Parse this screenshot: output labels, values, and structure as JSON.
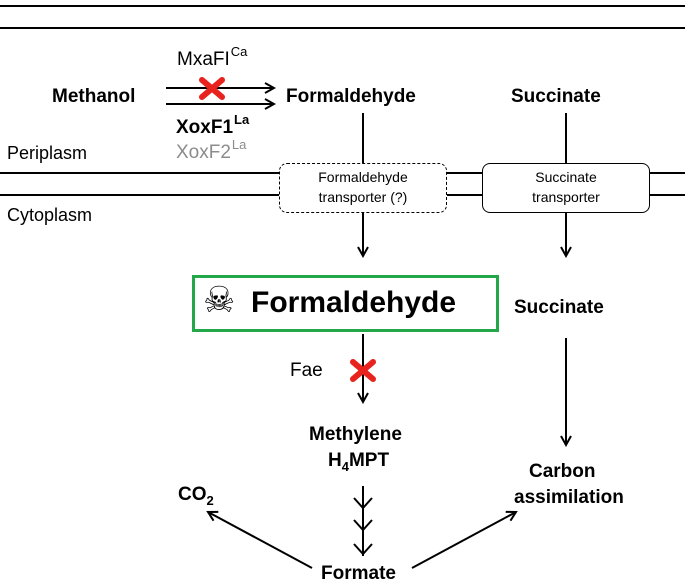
{
  "enzymes": {
    "mxa": {
      "name": "MxaFI",
      "sup": "Ca"
    },
    "xox1": {
      "name": "XoxF1",
      "sup": "La"
    },
    "xox2": {
      "name": "XoxF2",
      "sup": "La"
    },
    "fae": "Fae"
  },
  "compartments": {
    "periplasm": "Periplasm",
    "cytoplasm": "Cytoplasm"
  },
  "metabolites": {
    "methanol": "Methanol",
    "formaldehyde_peri": "Formaldehyde",
    "succinate_peri": "Succinate",
    "formaldehyde_cyto": "Formaldehyde",
    "succinate_cyto": "Succinate",
    "methylene_line1": "Methylene",
    "h4mpt": {
      "pre": "H",
      "sub": "4",
      "post": "MPT"
    },
    "co2": {
      "pre": "CO",
      "sub": "2"
    },
    "formate": "Formate",
    "carbon_line1": "Carbon",
    "carbon_line2": "assimilation"
  },
  "transporters": {
    "formaldehyde_line1": "Formaldehyde",
    "formaldehyde_line2": "transporter (?)",
    "succinate_line1": "Succinate",
    "succinate_line2": "transporter"
  },
  "icons": {
    "toxic": "skull-and-crossbones",
    "blocked": "red-x"
  },
  "colors": {
    "highlight_border": "#22a849",
    "block_mark": "#e8231e",
    "inactive_text": "#8c8c8c"
  },
  "glyphs": {
    "skull": "☠"
  }
}
